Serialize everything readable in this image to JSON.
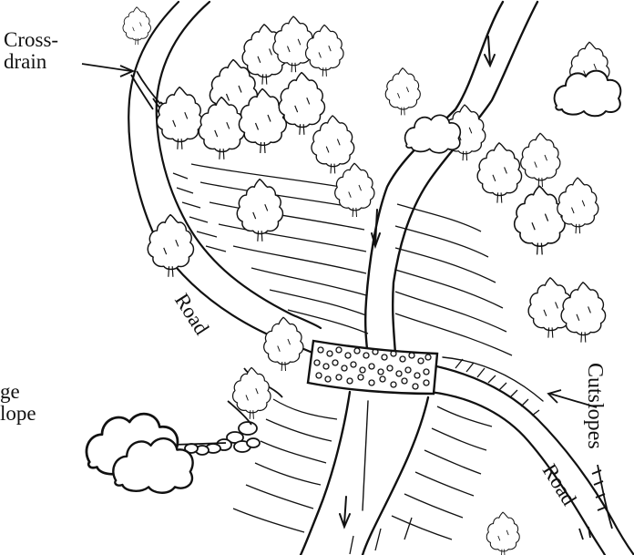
{
  "labels": {
    "cross_drain_line1": "Cross-",
    "cross_drain_line2": "drain",
    "slope_line1": "ge",
    "slope_line2": "lope",
    "road_left": "Road",
    "road_right": "Road",
    "cutslopes": "Cutslopes"
  },
  "colors": {
    "ink": "#111111",
    "paper": "#ffffff"
  }
}
